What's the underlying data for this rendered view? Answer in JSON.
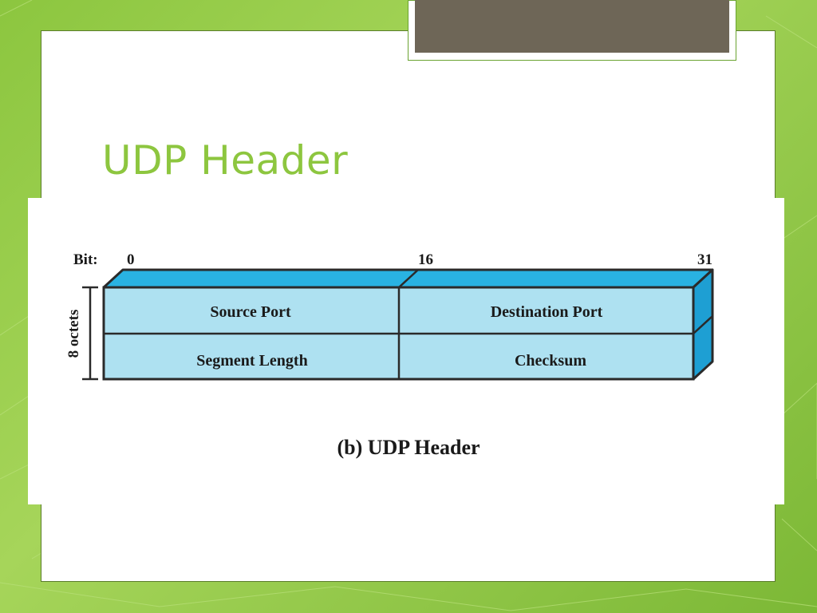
{
  "slide": {
    "title": "UDP Header"
  },
  "diagram": {
    "bit_label": "Bit:",
    "bit_marks": [
      "0",
      "16",
      "31"
    ],
    "size_label": "8 octets",
    "fields": [
      {
        "label": "Source Port"
      },
      {
        "label": "Destination Port"
      },
      {
        "label": "Segment Length"
      },
      {
        "label": "Checksum"
      }
    ],
    "caption": "(b) UDP Header",
    "colors": {
      "face": "#aee1f1",
      "top": "#29b2e2",
      "side": "#1e9fd3",
      "outline": "#2a2a2a"
    }
  },
  "theme": {
    "title_color": "#8dc63f",
    "background_green": "#8cc63f",
    "tab_color": "#6e6657"
  }
}
